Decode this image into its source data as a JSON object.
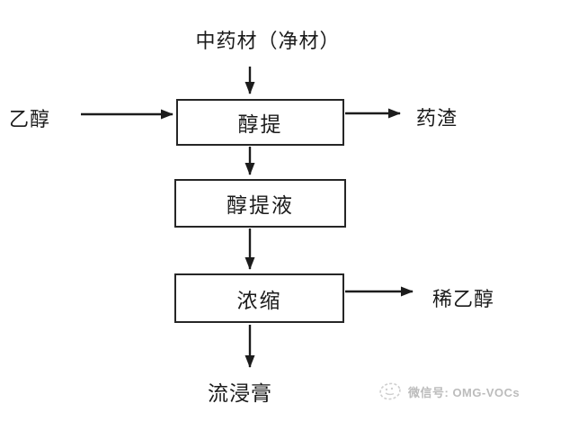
{
  "diagram": {
    "source_material": "中药材（净材）",
    "inputs": {
      "ethanol": "乙醇"
    },
    "steps": [
      {
        "id": "alcohol-extraction",
        "label": "醇提"
      },
      {
        "id": "alcohol-extract-liquid",
        "label": "醇提液"
      },
      {
        "id": "concentration",
        "label": "浓缩"
      }
    ],
    "outputs": {
      "residue": "药渣",
      "dilute_ethanol": "稀乙醇",
      "fluid_extract": "流浸膏"
    },
    "colors": {
      "line": "#1c1c1c",
      "box_border": "#262626",
      "background": "#ffffff",
      "watermark_text": "#bcbcbc"
    }
  },
  "watermark": {
    "icon": "watermark-logo-icon",
    "label": "微信号: OMG-VOCs"
  }
}
